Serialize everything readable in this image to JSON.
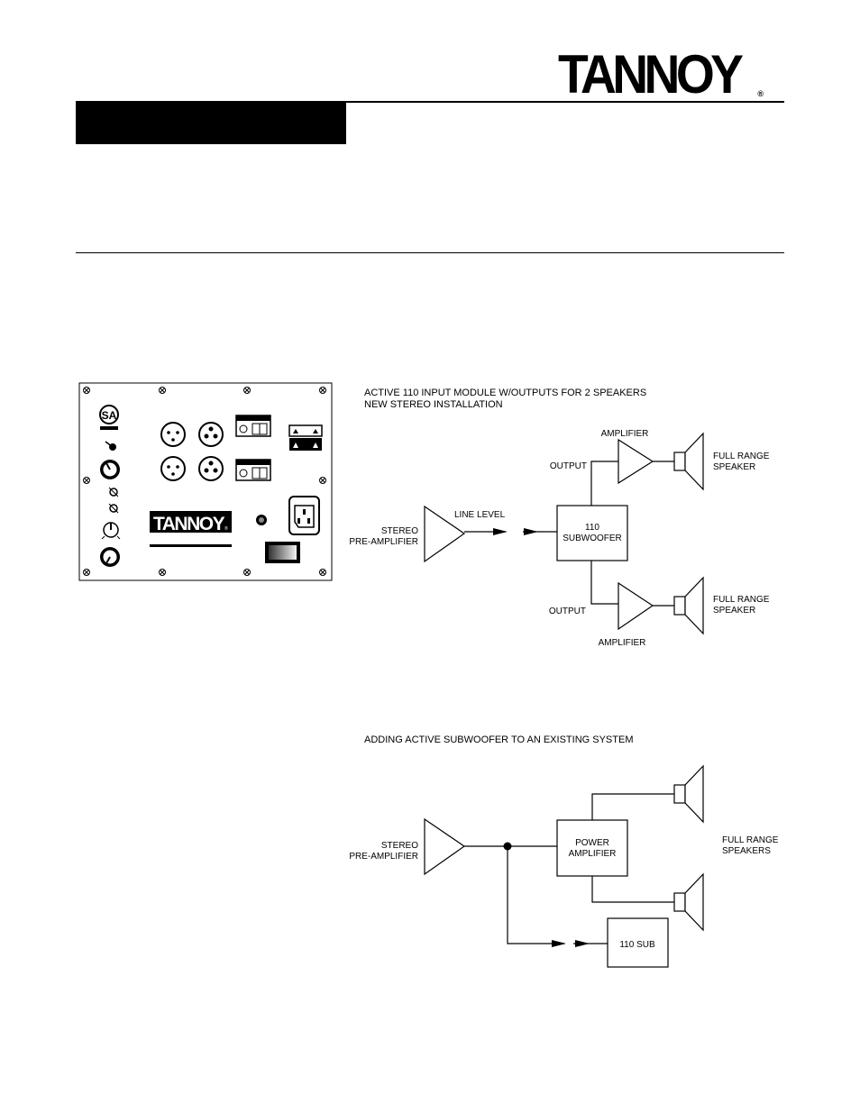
{
  "header": {
    "brand": "TANNOY",
    "registered": "®"
  },
  "panel": {
    "logo_text": "TANNOY",
    "logo_reg": "®",
    "cert_mark": "SA"
  },
  "diagram1": {
    "title_line1": "ACTIVE 110 INPUT MODULE W/OUTPUTS FOR 2 SPEAKERS",
    "title_line2": "NEW STEREO INSTALLATION",
    "preamp_line1": "STEREO",
    "preamp_line2": "PRE-AMPLIFIER",
    "line_level": "LINE LEVEL",
    "sub_line1": "110",
    "sub_line2": "SUBWOOFER",
    "output_top": "OUTPUT",
    "output_bottom": "OUTPUT",
    "amp_top": "AMPLIFIER",
    "amp_bottom": "AMPLIFIER",
    "spk_top_line1": "FULL RANGE",
    "spk_top_line2": "SPEAKER",
    "spk_bottom_line1": "FULL RANGE",
    "spk_bottom_line2": "SPEAKER"
  },
  "diagram2": {
    "title": "ADDING ACTIVE SUBWOOFER TO AN EXISTING SYSTEM",
    "preamp_line1": "STEREO",
    "preamp_line2": "PRE-AMPLIFIER",
    "power_line1": "POWER",
    "power_line2": "AMPLIFIER",
    "sub_label": "110 SUB",
    "speakers_line1": "FULL RANGE",
    "speakers_line2": "SPEAKERS"
  }
}
